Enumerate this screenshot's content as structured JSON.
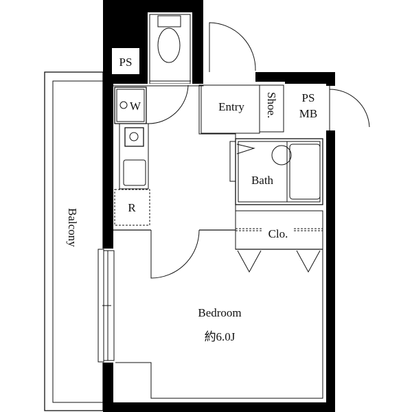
{
  "floor_plan": {
    "rooms": {
      "ps_top": "PS",
      "washer": "W",
      "entry": "Entry",
      "shoe": "Shoe.",
      "ps_mb_1": "PS",
      "ps_mb_2": "MB",
      "bath": "Bath",
      "refrigerator": "R",
      "closet": "Clo.",
      "balcony": "Balcony",
      "bedroom": "Bedroom",
      "bedroom_size": "約6.0J"
    },
    "colors": {
      "wall": "#000000",
      "floor": "#ffffff",
      "line": "#111111"
    }
  }
}
